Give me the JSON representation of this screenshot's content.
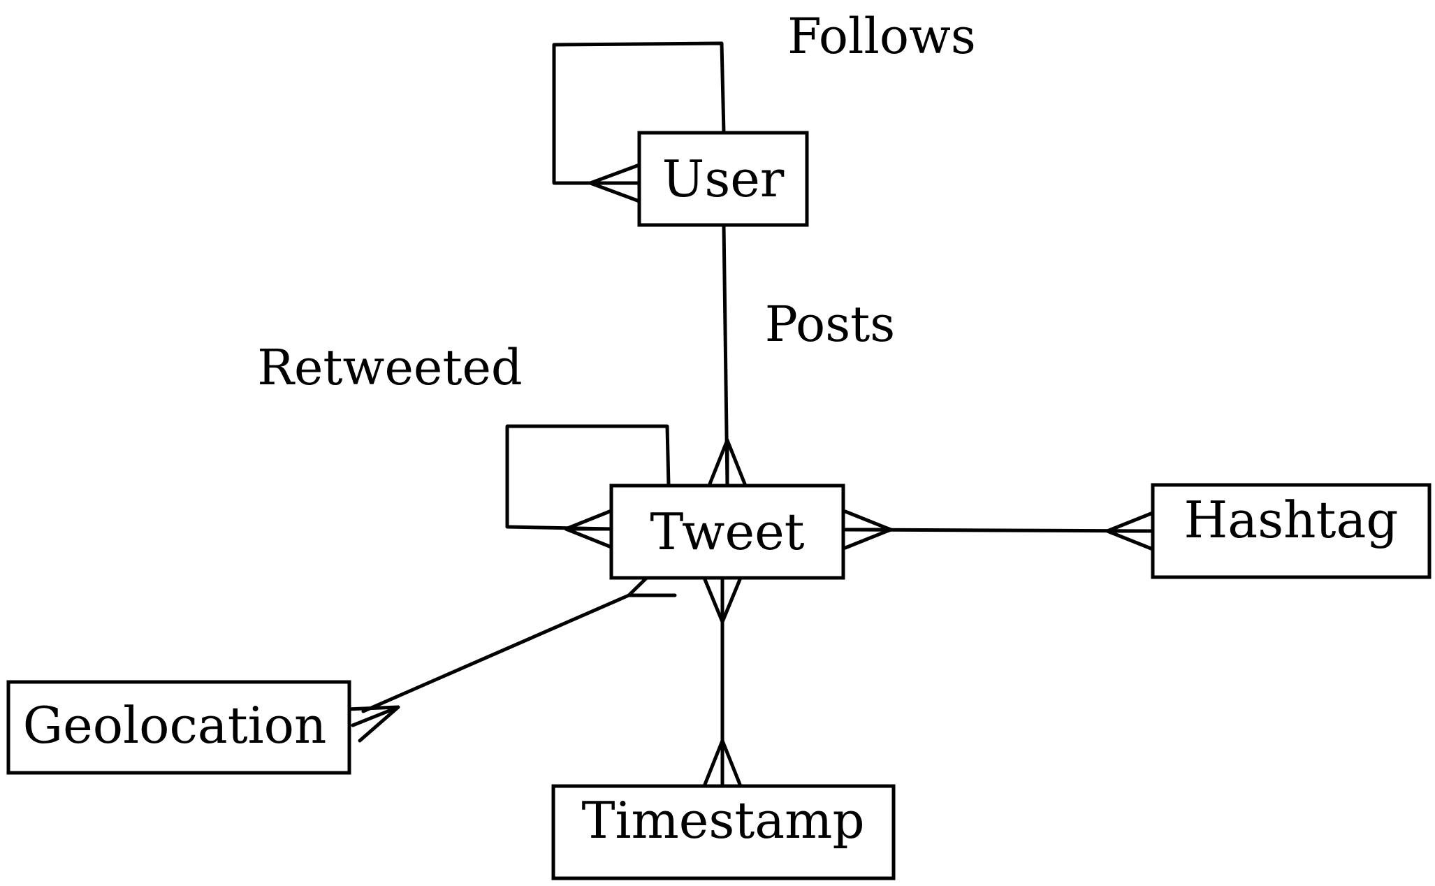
{
  "entities": {
    "user": "User",
    "tweet": "Tweet",
    "hashtag": "Hashtag",
    "geolocation": "Geolocation",
    "timestamp": "Timestamp"
  },
  "relationships": {
    "follows": "Follows",
    "posts": "Posts",
    "retweeted": "Retweeted"
  }
}
